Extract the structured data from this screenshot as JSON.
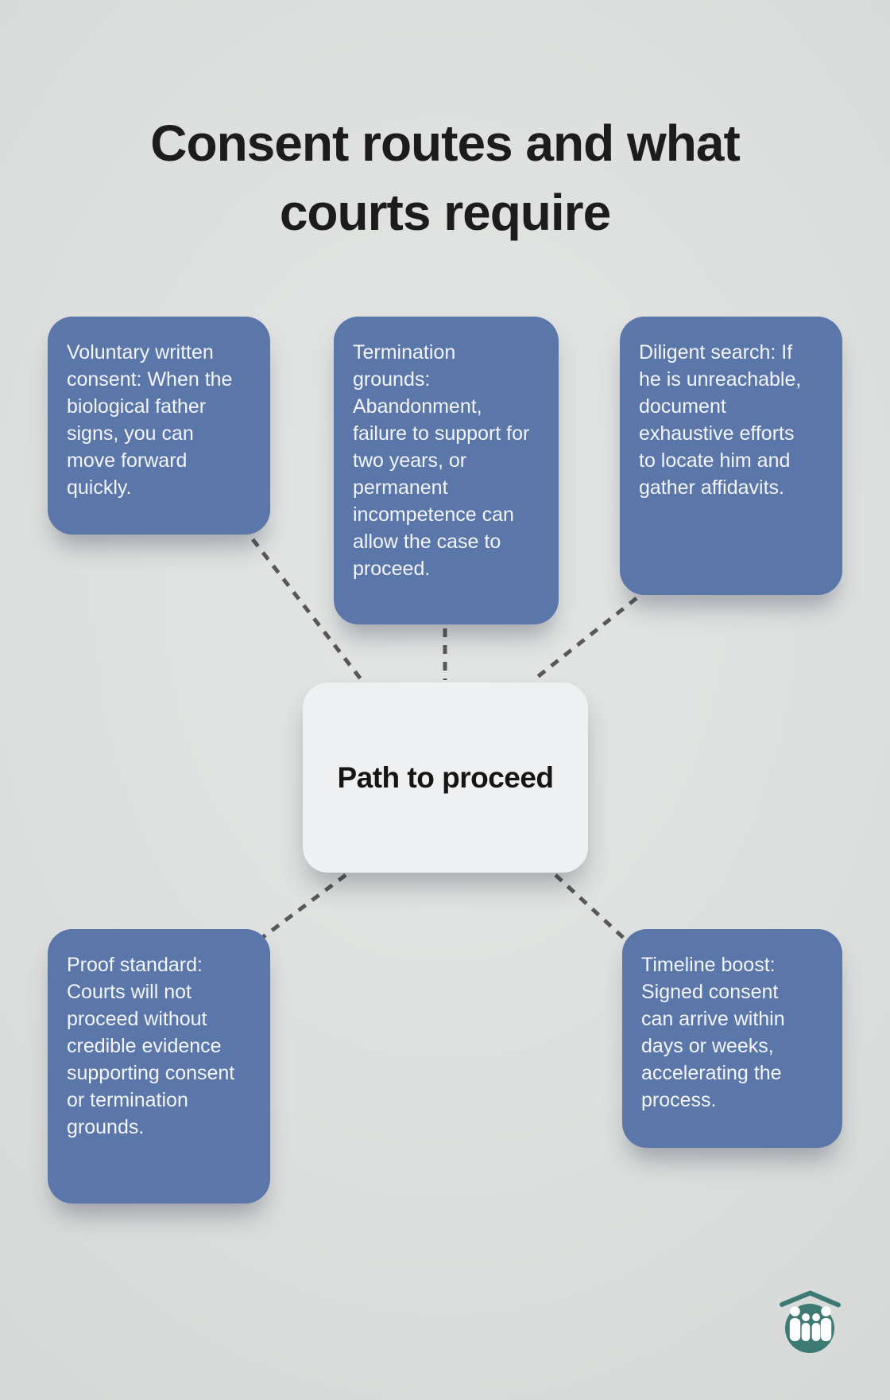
{
  "title": {
    "full": "Consent routes and what courts require",
    "lines": [
      "Consent routes and what",
      "courts require"
    ]
  },
  "center_node": {
    "label": "Path to proceed"
  },
  "nodes": [
    {
      "id": "voluntary-consent",
      "text": "Voluntary written consent: When the biological father signs, you can move forward quickly."
    },
    {
      "id": "termination-grounds",
      "text": "Termination grounds: Abandonment, failure to support for two years, or permanent incompetence can allow the case to proceed."
    },
    {
      "id": "diligent-search",
      "text": "Diligent search: If he is unreachable, document exhaustive efforts to locate him and gather affidavits."
    },
    {
      "id": "proof-standard",
      "text": "Proof standard: Courts will not proceed without credible evidence supporting consent or termination grounds."
    },
    {
      "id": "timeline-boost",
      "text": "Timeline boost: Signed consent can arrive within days or weeks, accelerating the process."
    }
  ],
  "logo": {
    "name": "family-home-logo"
  },
  "colors": {
    "background": "#dee0df",
    "background_hi": "#e3e5e4",
    "background_lo": "#d7d9d8",
    "node_fill": "#5b76a8",
    "node_text": "#f3f5f9",
    "center_fill": "#eef0f1",
    "connector": "#585858",
    "title_text": "#1c1c1c",
    "logo_teal": "#3d7a73"
  }
}
